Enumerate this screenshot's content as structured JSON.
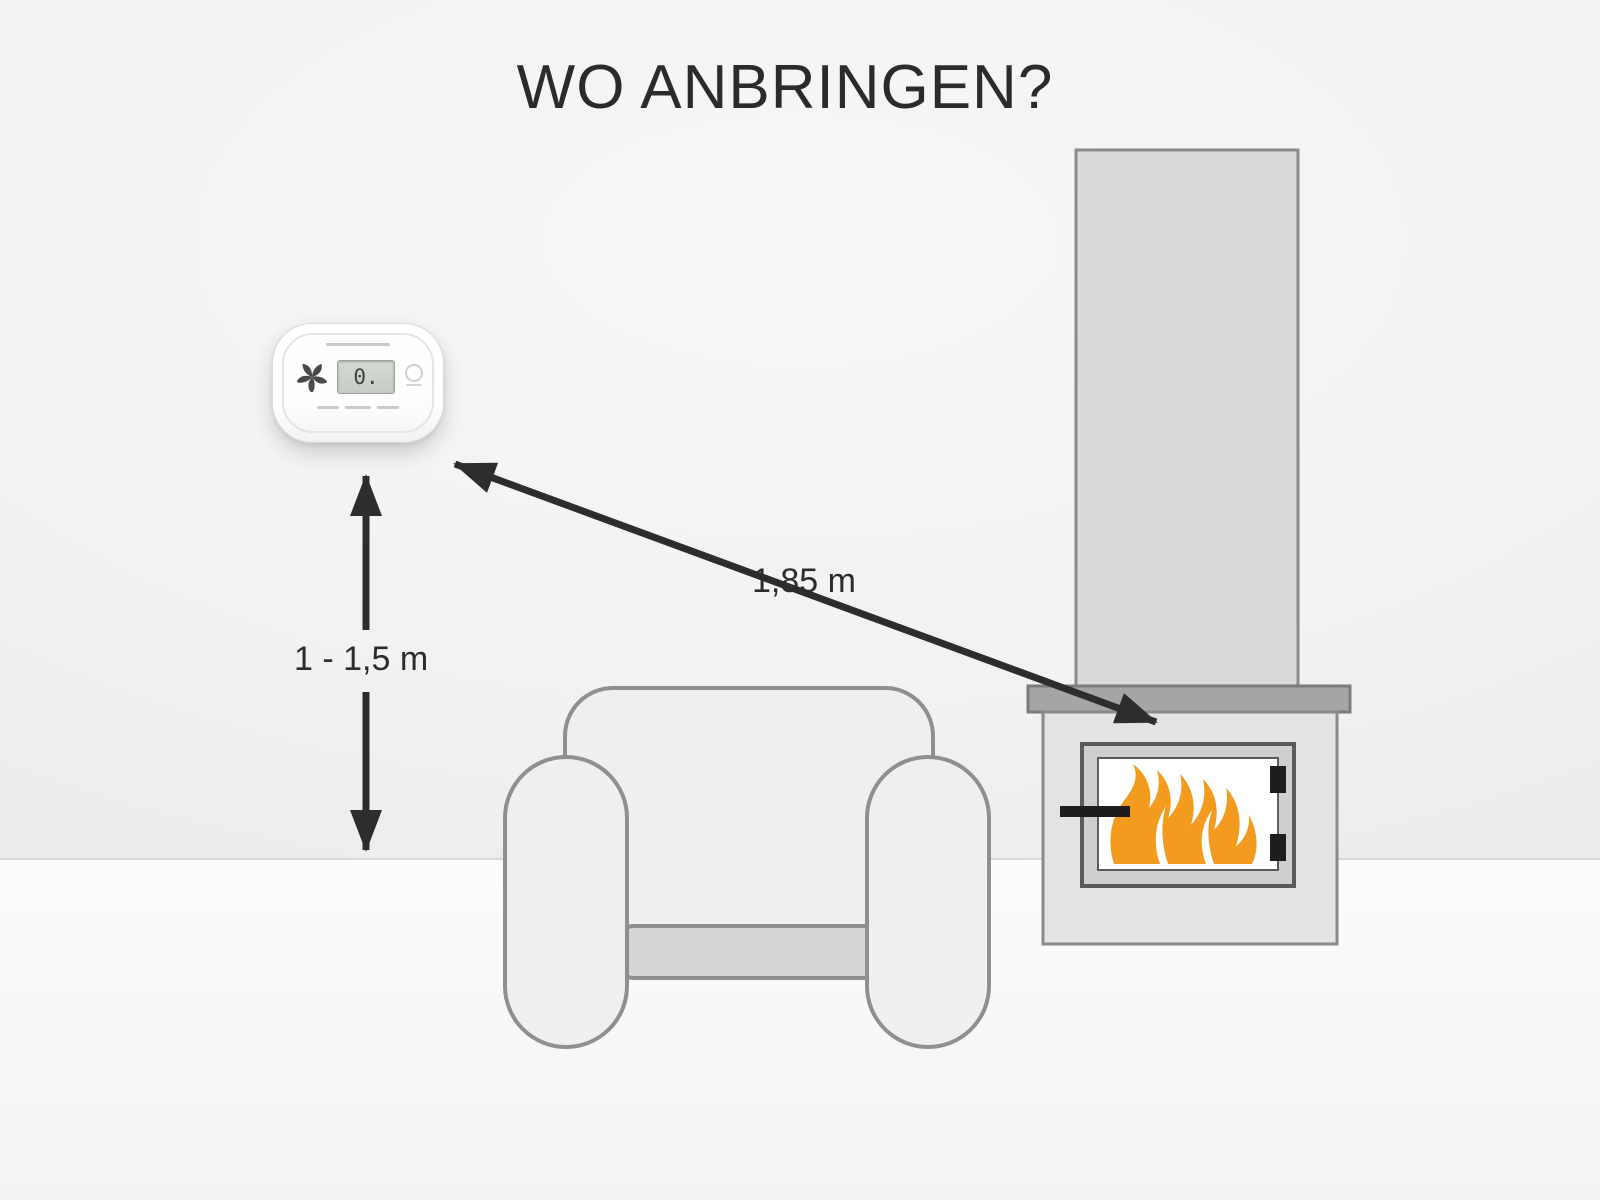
{
  "title": "WO ANBRINGEN?",
  "labels": {
    "height_range": "1 - 1,5 m",
    "distance": "1,85 m"
  },
  "detector": {
    "display_value": "0."
  },
  "colors": {
    "flame": "#F29B1E",
    "arrow": "#2D2D2D",
    "title_text": "#2B2B2B",
    "furniture_stroke": "#8F8F8F"
  }
}
